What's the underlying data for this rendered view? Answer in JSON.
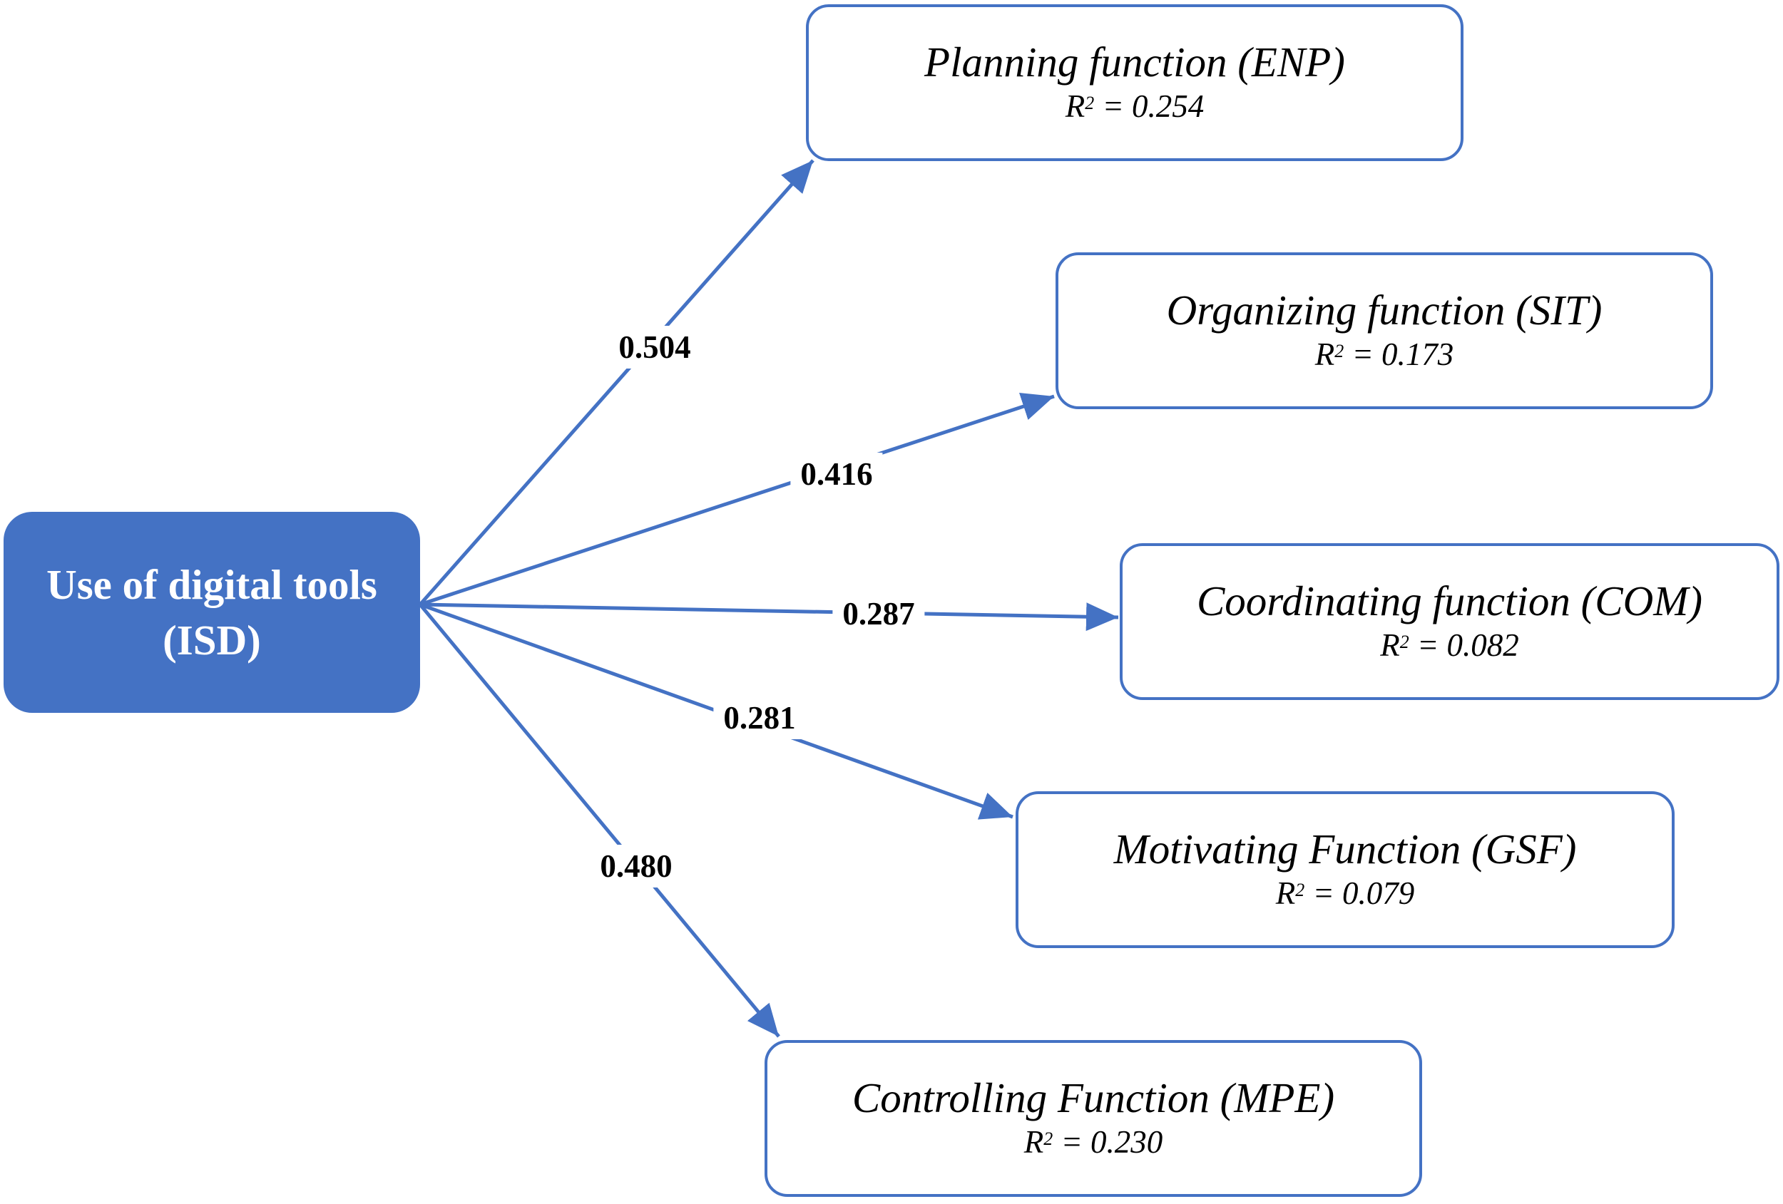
{
  "colors": {
    "accent": "#4472c4",
    "text": "#000000",
    "background": "#ffffff"
  },
  "source": {
    "line1": "Use of digital tools",
    "line2": "(ISD)"
  },
  "r2_prefix": "R",
  "r2_exponent": "2",
  "targets": [
    {
      "title": "Planning function (ENP)",
      "r2": "= 0.254",
      "coefficient": "0.504"
    },
    {
      "title": "Organizing function (SIT)",
      "r2": "= 0.173",
      "coefficient": "0.416"
    },
    {
      "title": "Coordinating function (COM)",
      "r2": "= 0.082",
      "coefficient": "0.287"
    },
    {
      "title": "Motivating Function (GSF)",
      "r2": "= 0.079",
      "coefficient": "0.281"
    },
    {
      "title": "Controlling Function (MPE)",
      "r2": "= 0.230",
      "coefficient": "0.480"
    }
  ]
}
